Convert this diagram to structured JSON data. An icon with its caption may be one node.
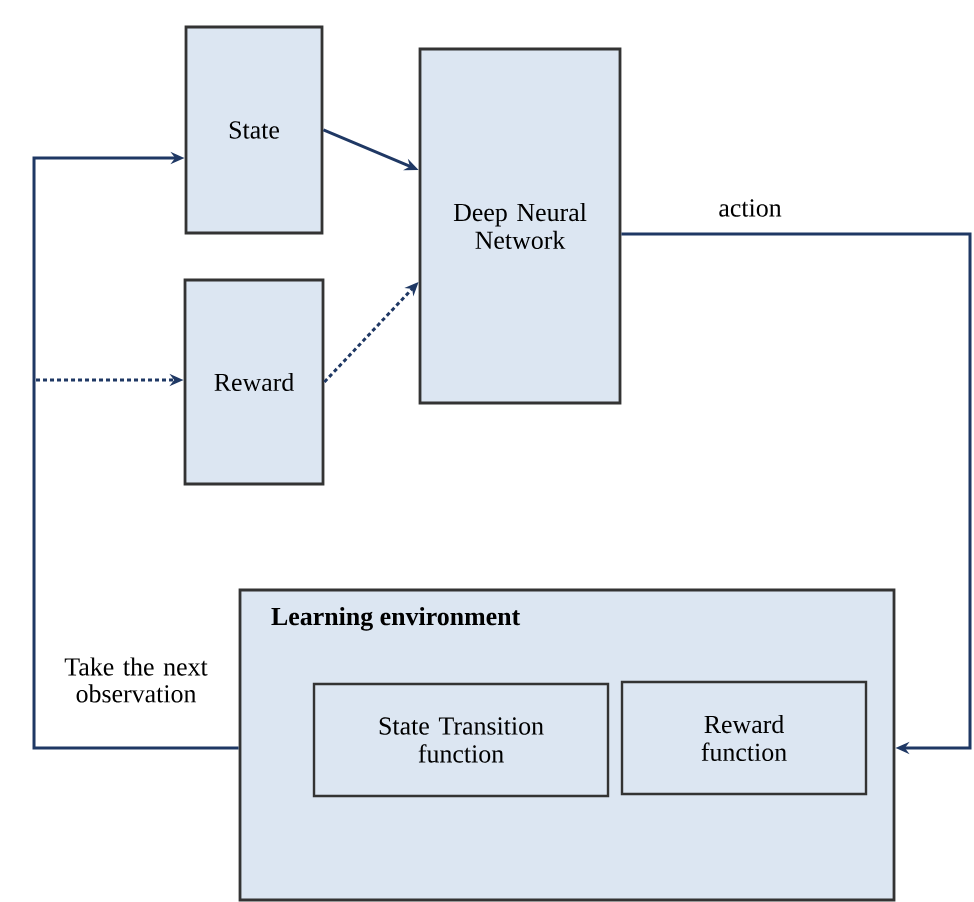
{
  "diagram": {
    "nodes": [
      {
        "text": [
          "State"
        ]
      },
      {
        "text": [
          "Reward"
        ]
      },
      {
        "text": [
          "Deep Neural Network"
        ]
      },
      {
        "text": [
          "Learning environment"
        ]
      },
      {
        "text": [
          "State Transition function"
        ],
        "in": 3
      },
      {
        "text": [
          "Reward function"
        ],
        "in": 3
      }
    ],
    "edges": [
      {
        "from": 0,
        "to": 2,
        "arrow": "to"
      },
      {
        "from": 1,
        "to": 2,
        "arrow": "to",
        "style": "dashed"
      },
      {
        "from": 2,
        "to": 3,
        "arrow": "to",
        "label": "action"
      },
      {
        "from": 3,
        "to": 0,
        "arrow": "to",
        "label": "Take the next observation"
      },
      {
        "from": null,
        "to": 1,
        "arrow": "to",
        "style": "dashed"
      }
    ]
  }
}
